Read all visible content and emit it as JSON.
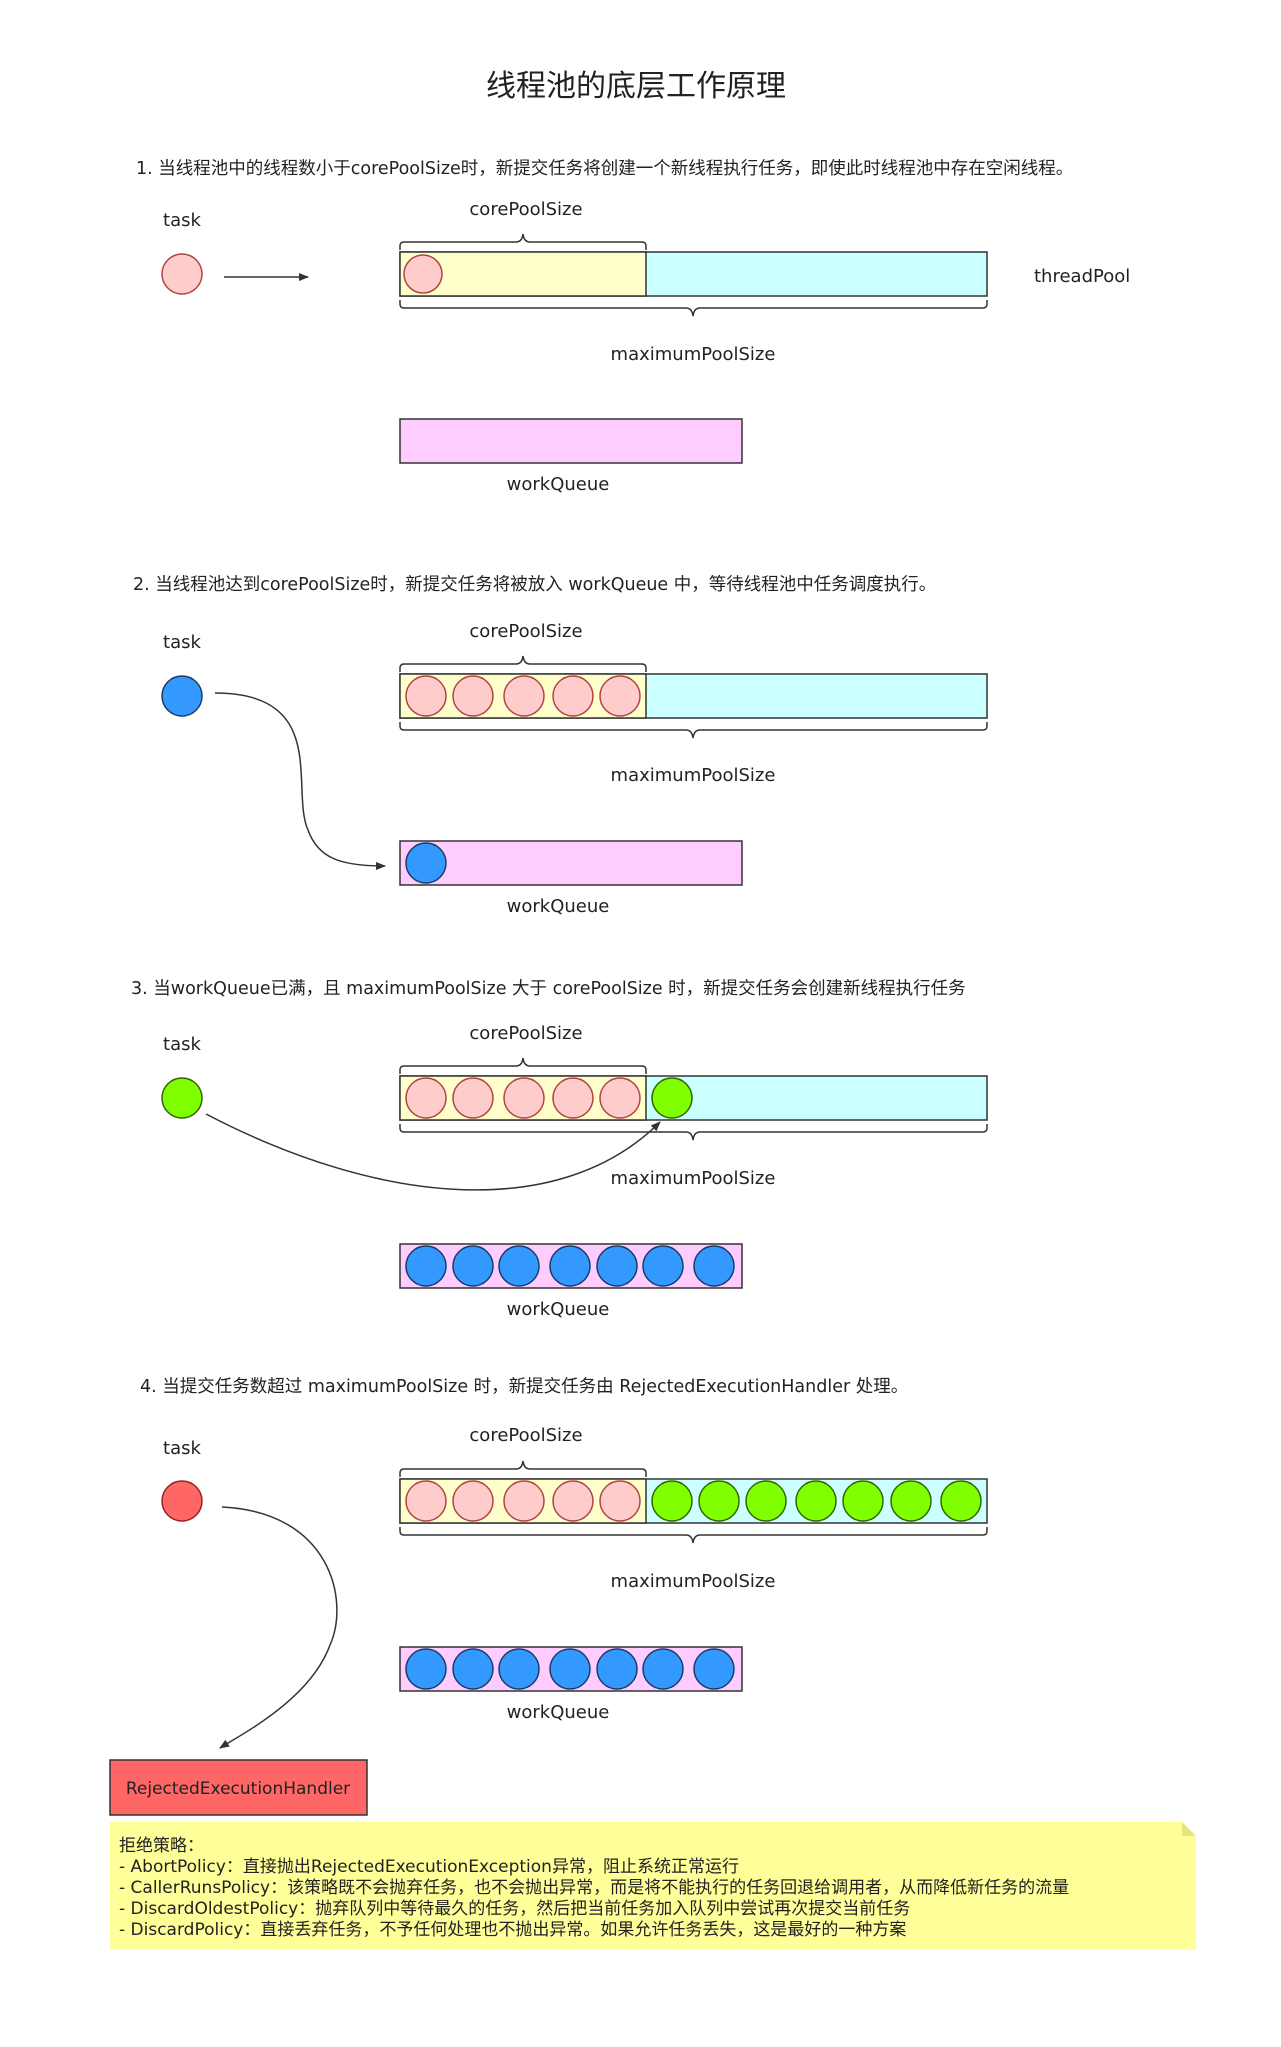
{
  "title": "线程池的底层工作原理",
  "labels": {
    "task": "task",
    "core": "corePoolSize",
    "max": "maximumPoolSize",
    "queue": "workQueue",
    "threadPool": "threadPool",
    "handler": "RejectedExecutionHandler"
  },
  "steps": [
    "1. 当线程池中的线程数小于corePoolSize时，新提交任务将创建一个新线程执行任务，即使此时线程池中存在空闲线程。",
    "2. 当线程池达到corePoolSize时，新提交任务将被放入 workQueue 中，等待线程池中任务调度执行。",
    "3. 当workQueue已满，且 maximumPoolSize 大于 corePoolSize 时，新提交任务会创建新线程执行任务",
    "4. 当提交任务数超过 maximumPoolSize 时，新提交任务由 RejectedExecutionHandler 处理。"
  ],
  "note": {
    "title": "拒绝策略：",
    "lines": [
      "- AbortPolicy：直接抛出RejectedExecutionException异常，阻止系统正常运行",
      "- CallerRunsPolicy：该策略既不会抛弃任务，也不会抛出异常，而是将不能执行的任务回退给调用者，从而降低新任务的流量",
      "- DiscardOldestPolicy：抛弃队列中等待最久的任务，然后把当前任务加入队列中尝试再次提交当前任务",
      "- DiscardPolicy：直接丢弃任务，不予任何处理也不抛出异常。如果允许任务丢失，这是最好的一种方案"
    ]
  },
  "colors": {
    "core_fill": "#ffffcc",
    "max_fill": "#ccffff",
    "queue_fill": "#ffccff",
    "pink": "#ffcccc",
    "blue": "#3399ff",
    "green": "#80ff00",
    "red": "#ff6666",
    "handler_fill": "#ff6666",
    "note_fill": "#ffff99"
  }
}
